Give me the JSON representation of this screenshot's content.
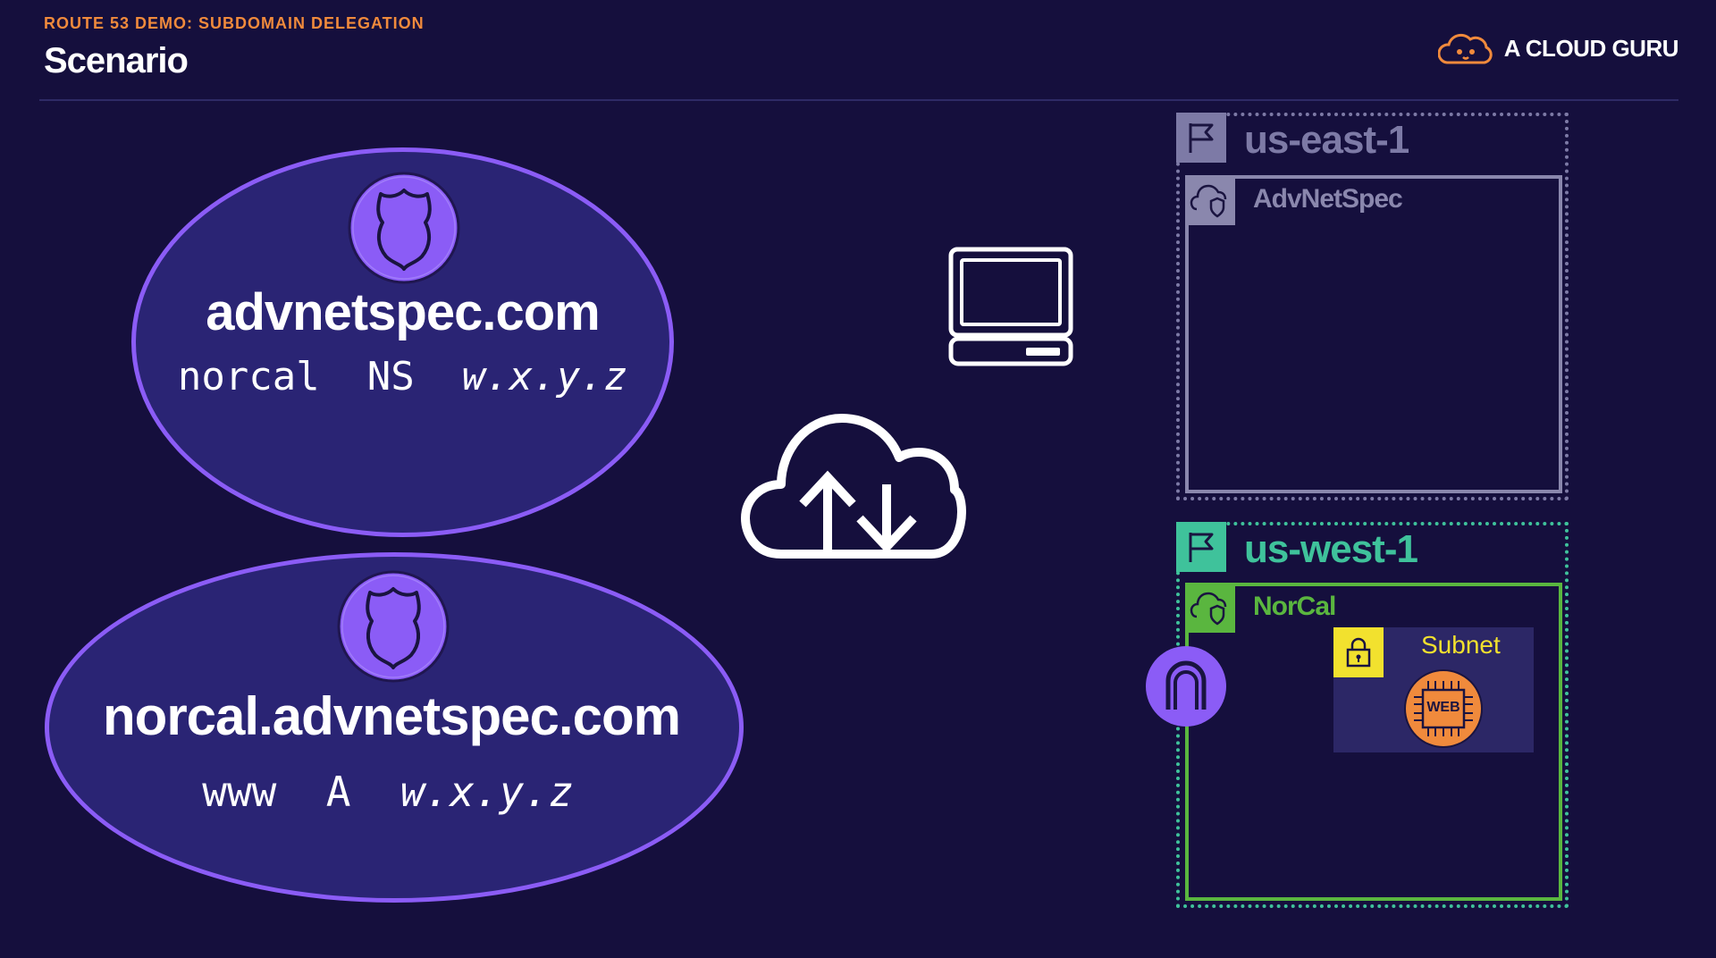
{
  "header": {
    "kicker": "ROUTE 53 DEMO: SUBDOMAIN DELEGATION",
    "title": "Scenario",
    "brand": "A CLOUD GURU"
  },
  "zones": [
    {
      "name": "advnetspec.com",
      "record": {
        "host": "norcal",
        "type": "NS",
        "value": "w.x.y.z"
      }
    },
    {
      "name": "norcal.advnetspec.com",
      "record": {
        "host": "www",
        "type": "A",
        "value": "w.x.y.z"
      }
    }
  ],
  "icons": {
    "route53": "shield-icon",
    "client": "laptop-icon",
    "internet": "cloud-upload-download-icon",
    "region": "flag-icon",
    "vpc": "cloud-shield-icon",
    "subnet": "padlock-icon",
    "instance": "web-server-chip-icon",
    "gateway": "internet-gateway-icon"
  },
  "regions": [
    {
      "name": "us-east-1",
      "color": "#7d7aa6",
      "vpc": {
        "name": "AdvNetSpec",
        "color": "#8a87ad"
      }
    },
    {
      "name": "us-west-1",
      "color": "#3fc29b",
      "vpc": {
        "name": "NorCal",
        "color": "#5ab63f"
      },
      "subnet": {
        "label": "Subnet",
        "instance": "WEB"
      }
    }
  ],
  "colors": {
    "background": "#150f3d",
    "accent_orange": "#f08a3c",
    "zone_border": "#8b5cf6",
    "zone_fill": "#2a2474",
    "subnet_yellow": "#f2e12e",
    "instance_orange": "#f08a3c"
  }
}
